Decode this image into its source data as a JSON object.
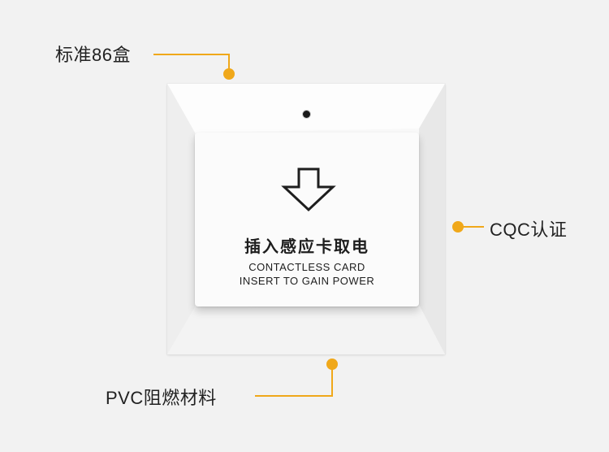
{
  "callouts": {
    "top": "标准86盒",
    "right": "CQC认证",
    "bottom": "PVC阻燃材料"
  },
  "card": {
    "chinese": "插入感应卡取电",
    "english_line1": "CONTACTLESS CARD",
    "english_line2": "INSERT TO GAIN POWER",
    "icon": "down-arrow-icon"
  },
  "colors": {
    "accent": "#f0a81a",
    "background": "#f2f2f2",
    "panel": "#f9f9f9"
  }
}
